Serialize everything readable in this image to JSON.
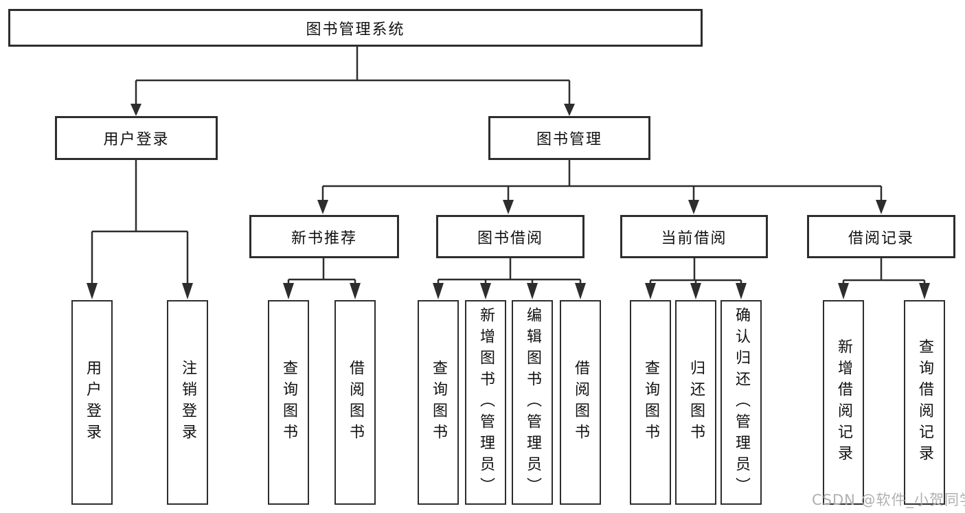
{
  "diagram": {
    "root": "图书管理系统",
    "level1": [
      "用户登录",
      "图书管理"
    ],
    "level2": [
      "新书推荐",
      "图书借阅",
      "当前借阅",
      "借阅记录"
    ],
    "leaves": {
      "user_login": [
        "用户登录",
        "注销登录"
      ],
      "new_books": [
        "查询图书",
        "借阅图书"
      ],
      "book_borrow": [
        "查询图书",
        "新增图书（管理员）",
        "编辑图书（管理员）",
        "借阅图书"
      ],
      "current_borrow": [
        "查询图书",
        "归还图书",
        "确认归还（管理员）"
      ],
      "borrow_records": [
        "新增借阅记录",
        "查询借阅记录"
      ]
    }
  },
  "watermark": "CSDN @软件_小贺同学",
  "colors": {
    "line": "#2d2d2d",
    "box_border": "#2d2d2d",
    "text": "#111111",
    "watermark": "#b0b0b0",
    "background": "#ffffff"
  }
}
